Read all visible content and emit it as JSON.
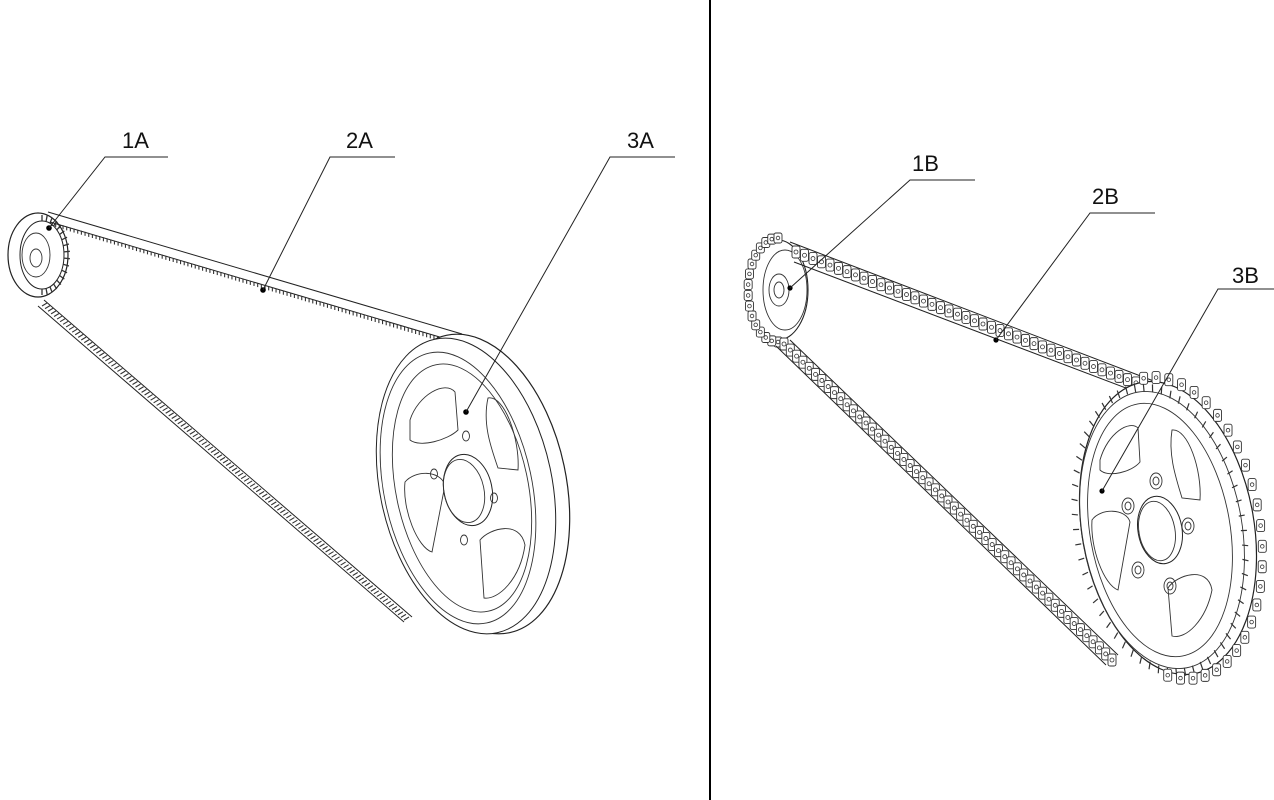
{
  "left_panel": {
    "callouts": [
      {
        "id": "1A",
        "text": "1A"
      },
      {
        "id": "2A",
        "text": "2A"
      },
      {
        "id": "3A",
        "text": "3A"
      }
    ]
  },
  "right_panel": {
    "callouts": [
      {
        "id": "1B",
        "text": "1B"
      },
      {
        "id": "2B",
        "text": "2B"
      },
      {
        "id": "3B",
        "text": "3B"
      }
    ]
  },
  "colors": {
    "line": "#222222",
    "background": "#ffffff",
    "divider": "#000000"
  }
}
